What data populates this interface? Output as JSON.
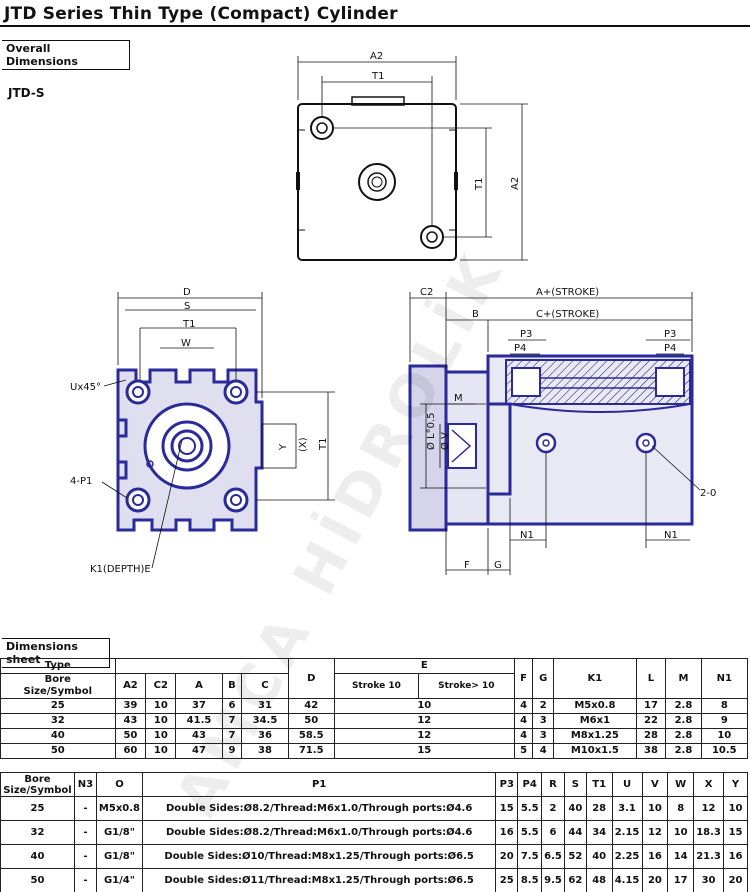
{
  "title": "JTD Series Thin Type (Compact) Cylinder",
  "sections": {
    "overall": "Overall Dimensions",
    "sheet": "Dimensions sheet"
  },
  "series": "JTD-S",
  "labels": {
    "top_a2": "A2",
    "top_t1": "T1",
    "top_t1_v": "T1",
    "top_a2_v": "A2",
    "d": "D",
    "s": "S",
    "t1": "T1",
    "w": "W",
    "ux45": "Ux45°",
    "y": "Y",
    "x": "(X)",
    "t1_side": "T1",
    "p1": "4-P1",
    "k1": "K1(DEPTH)E",
    "c2": "C2",
    "a_stroke": "A+(STROKE)",
    "b": "B",
    "c_stroke": "C+(STROKE)",
    "p3_l": "P3",
    "p3_r": "P3",
    "p4_l": "P4",
    "p4_r": "P4",
    "m": "M",
    "l05": "Ø L°0.5",
    "v": "Ø V",
    "o2": "2-0",
    "n1_l": "N1",
    "n1_r": "N1",
    "f": "F",
    "g": "G"
  },
  "watermark": "AMCA HİDROLİK",
  "table1": {
    "headers": {
      "type": "Type",
      "bore": "Bore",
      "size_symbol": "Size/Symbol",
      "a2": "A2",
      "c2": "C2",
      "a": "A",
      "b": "B",
      "c": "C",
      "d": "D",
      "e": "E",
      "stroke10": "Stroke 10",
      "stroke_gt10": "Stroke> 10",
      "f": "F",
      "g": "G",
      "k1": "K1",
      "l": "L",
      "m": "M",
      "n1": "N1"
    },
    "rows": [
      [
        "25",
        "39",
        "10",
        "37",
        "6",
        "31",
        "42",
        "10",
        "4",
        "2",
        "M5x0.8",
        "17",
        "2.8",
        "8"
      ],
      [
        "32",
        "43",
        "10",
        "41.5",
        "7",
        "34.5",
        "50",
        "12",
        "4",
        "3",
        "M6x1",
        "22",
        "2.8",
        "9"
      ],
      [
        "40",
        "50",
        "10",
        "43",
        "7",
        "36",
        "58.5",
        "12",
        "4",
        "3",
        "M8x1.25",
        "28",
        "2.8",
        "10"
      ],
      [
        "50",
        "60",
        "10",
        "47",
        "9",
        "38",
        "71.5",
        "15",
        "5",
        "4",
        "M10x1.5",
        "38",
        "2.8",
        "10.5"
      ]
    ]
  },
  "table2": {
    "headers": [
      "Bore Size/Symbol",
      "N3",
      "O",
      "P1",
      "P3",
      "P4",
      "R",
      "S",
      "T1",
      "U",
      "V",
      "W",
      "X",
      "Y"
    ],
    "rows": [
      [
        "25",
        "-",
        "M5x0.8",
        "Double Sides:Ø8.2/Thread:M6x1.0/Through ports:Ø4.6",
        "15",
        "5.5",
        "2",
        "40",
        "28",
        "3.1",
        "10",
        "8",
        "12",
        "10"
      ],
      [
        "32",
        "-",
        "G1/8\"",
        "Double Sides:Ø8.2/Thread:M6x1.0/Through ports:Ø4.6",
        "16",
        "5.5",
        "6",
        "44",
        "34",
        "2.15",
        "12",
        "10",
        "18.3",
        "15"
      ],
      [
        "40",
        "-",
        "G1/8\"",
        "Double Sides:Ø10/Thread:M8x1.25/Through ports:Ø6.5",
        "20",
        "7.5",
        "6.5",
        "52",
        "40",
        "2.25",
        "16",
        "14",
        "21.3",
        "16"
      ],
      [
        "50",
        "-",
        "G1/4\"",
        "Double Sides:Ø11/Thread:M8x1.25/Through ports:Ø6.5",
        "25",
        "8.5",
        "9.5",
        "62",
        "48",
        "4.15",
        "20",
        "17",
        "30",
        "20"
      ]
    ]
  }
}
